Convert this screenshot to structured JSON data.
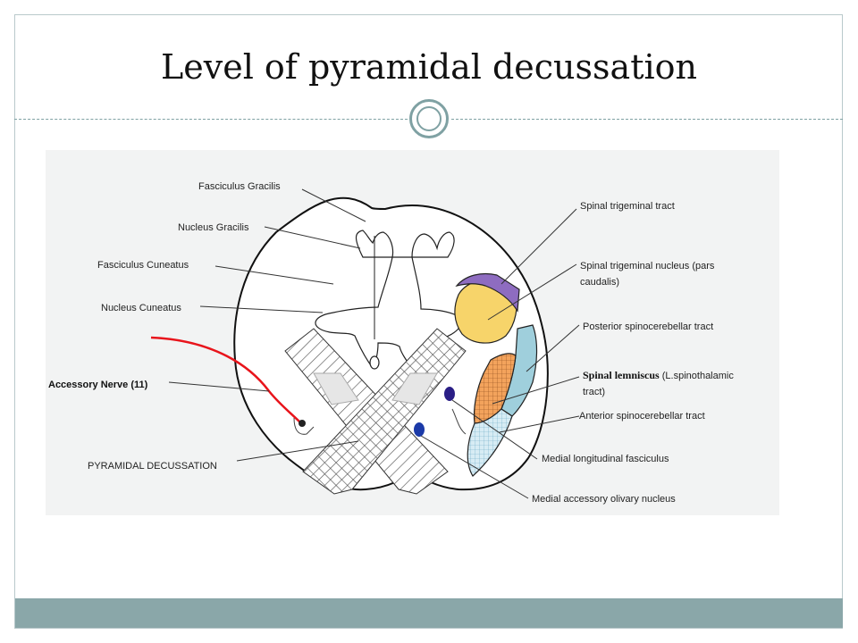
{
  "slide": {
    "title": "Level of pyramidal decussation"
  },
  "diagram": {
    "labels": {
      "fasciculus_gracilis": "Fasciculus Gracilis",
      "nucleus_gracilis": "Nucleus Gracilis",
      "fasciculus_cuneatus": "Fasciculus Cuneatus",
      "nucleus_cuneatus": "Nucleus Cuneatus",
      "accessory_nerve": "Accessory Nerve (11)",
      "pyramidal_decussation": "PYRAMIDAL DECUSSATION",
      "spinal_trigeminal_tract": "Spinal trigeminal tract",
      "spinal_trigeminal_nucleus_line1": "Spinal trigeminal nucleus (pars",
      "spinal_trigeminal_nucleus_line2": "caudalis)",
      "posterior_spinocerebellar_tract": "Posterior spinocerebellar tract",
      "spinal_lemniscus_bold": "Spinal lemniscus",
      "spinal_lemniscus_rest": " (L.spinothalamic",
      "spinal_lemniscus_line2": "tract)",
      "anterior_spinocerebellar_tract": "Anterior spinocerebellar tract",
      "medial_longitudinal_fasciculus": "Medial longitudinal fasciculus",
      "medial_accessory_olivary_nucleus": "Medial accessory olivary nucleus"
    },
    "colors": {
      "spinal_trigeminal_tract": "#8e6cc0",
      "spinal_trigeminal_nucleus": "#f7d46a",
      "posterior_spinocerebellar": "#9fcfdc",
      "spinal_lemniscus": "#f3a35c",
      "anterior_spinocerebellar": "#d7ecf4",
      "accessory_nerve": "#e8141b",
      "mlf_dot": "#2a1e86",
      "olivary_dot": "#1b3aa8",
      "outline": "#111111",
      "leader_line": "#333333"
    }
  }
}
